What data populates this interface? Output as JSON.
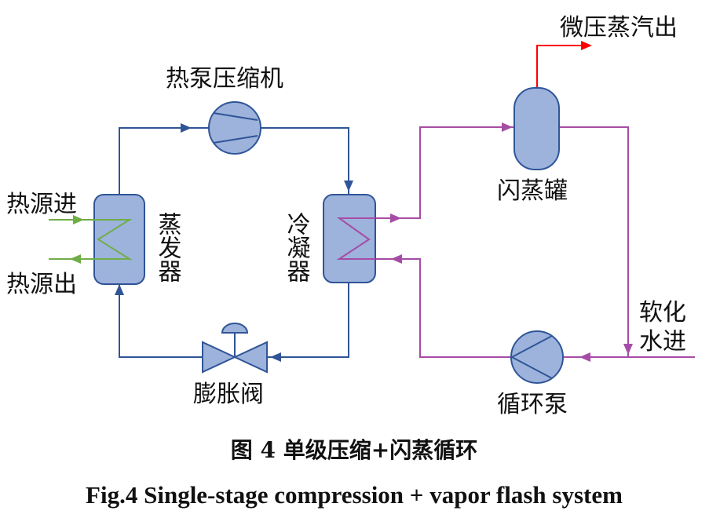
{
  "diagram": {
    "labels": {
      "compressor": "热泵压缩机",
      "evaporator": "蒸发器",
      "condenser": "冷凝器",
      "expansion_valve": "膨胀阀",
      "flash_tank": "闪蒸罐",
      "circulation_pump": "循环泵",
      "heat_source_in": "热源进",
      "heat_source_out": "热源出",
      "steam_out": "微压蒸汽出",
      "soft_water_in": "软化水进"
    },
    "colors": {
      "refrigerant_loop": "#2f5597",
      "water_loop": "#a64ca6",
      "heat_source": "#70ad47",
      "steam": "#ff0000",
      "equipment_fill": "#9db3dc",
      "equipment_stroke": "#2f5597"
    }
  },
  "caption": {
    "cn": "图 4  单级压缩+闪蒸循环",
    "en": "Fig.4  Single-stage compression + vapor flash system"
  }
}
